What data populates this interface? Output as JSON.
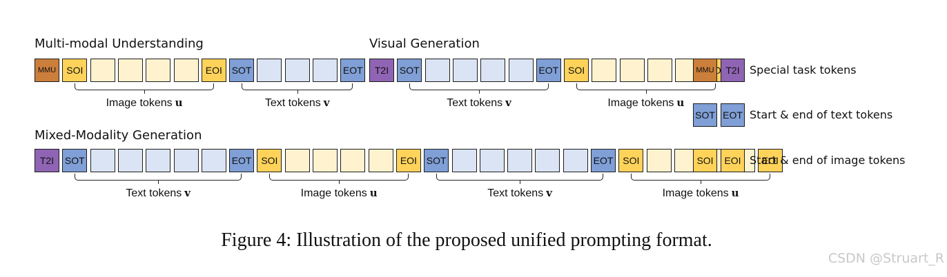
{
  "colors": {
    "mmu": "#cc7f3b",
    "t2i": "#9064b4",
    "text_marker": "#7f9fd6",
    "text_fill": "#dae4f4",
    "image_marker": "#ffd35a",
    "image_fill": "#fff3cf"
  },
  "sections": {
    "understanding": "Multi-modal Understanding",
    "visual_generation": "Visual Generation",
    "mixed_generation": "Mixed-Modality Generation"
  },
  "token_labels": {
    "mmu": "MMU",
    "t2i": "T2I",
    "soi": "SOI",
    "eoi": "EOI",
    "sot": "SOT",
    "eot": "EOT"
  },
  "group_labels": {
    "image_tokens": "Image tokens",
    "text_tokens": "Text tokens",
    "image_var": "u",
    "text_var": "v"
  },
  "legend": {
    "special": "Special task tokens",
    "text_markers": "Start & end of text tokens",
    "image_markers": "Start & end of image tokens"
  },
  "caption": "Figure 4: Illustration of the proposed unified prompting format.",
  "watermark": "CSDN @Struart_R"
}
